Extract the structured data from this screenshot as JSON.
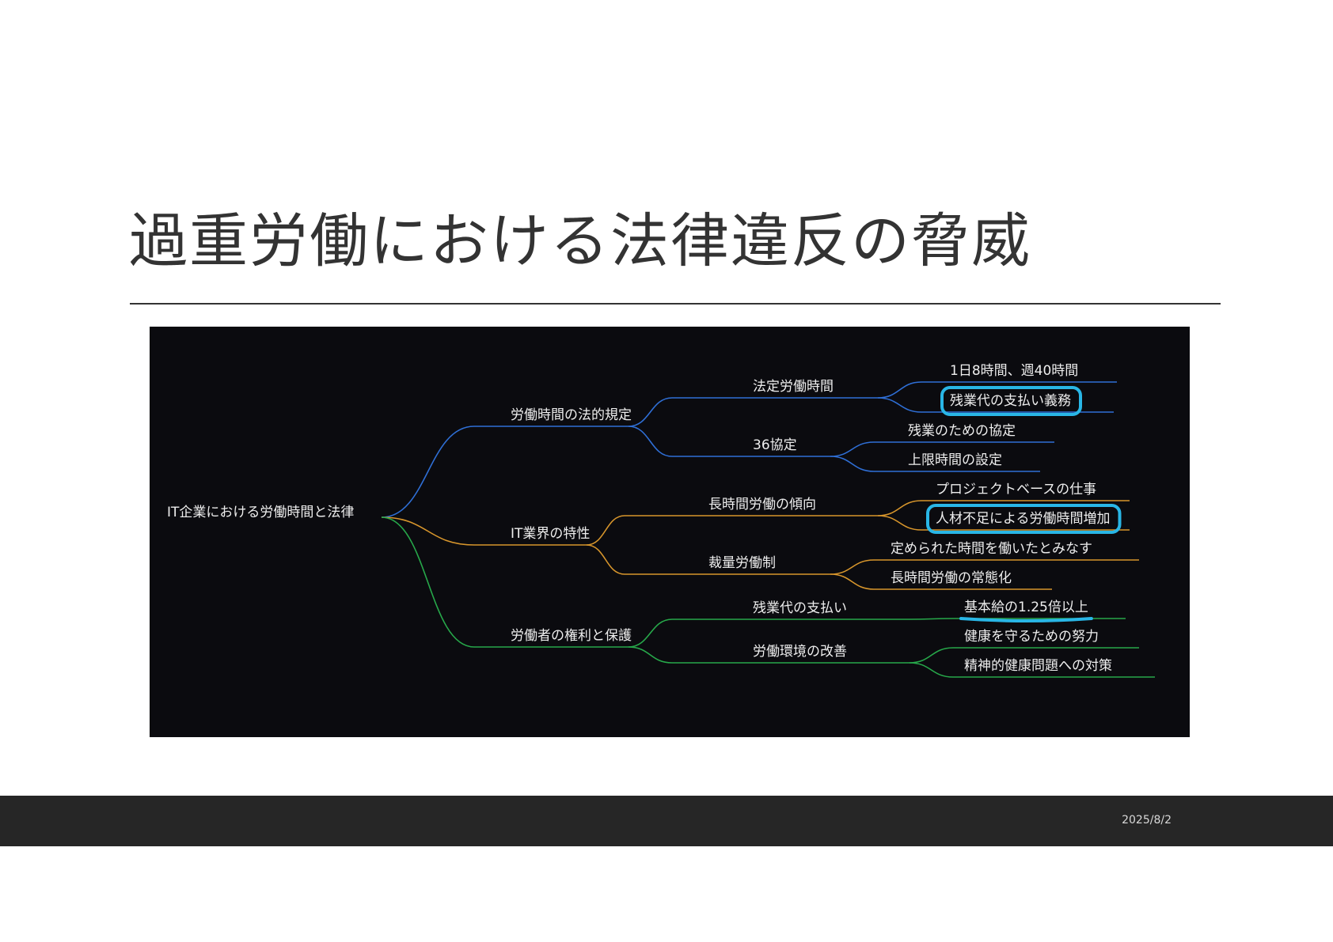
{
  "slide": {
    "title": "過重労働における法律違反の脅威",
    "date": "2025/8/2"
  },
  "mindmap": {
    "root": "IT企業における労働時間と法律",
    "branches": [
      {
        "label": "労働時間の法的規定",
        "color": "#2f6fd6",
        "children": [
          {
            "label": "法定労働時間",
            "children": [
              {
                "label": "1日8時間、週40時間",
                "highlight": "none"
              },
              {
                "label": "残業代の支払い義務",
                "highlight": "circle"
              }
            ]
          },
          {
            "label": "36協定",
            "children": [
              {
                "label": "残業のための協定",
                "highlight": "none"
              },
              {
                "label": "上限時間の設定",
                "highlight": "none"
              }
            ]
          }
        ]
      },
      {
        "label": "IT業界の特性",
        "color": "#d8962c",
        "children": [
          {
            "label": "長時間労働の傾向",
            "children": [
              {
                "label": "プロジェクトベースの仕事",
                "highlight": "none"
              },
              {
                "label": "人材不足による労働時間増加",
                "highlight": "circle"
              }
            ]
          },
          {
            "label": "裁量労働制",
            "children": [
              {
                "label": "定められた時間を働いたとみなす",
                "highlight": "none"
              },
              {
                "label": "長時間労働の常態化",
                "highlight": "none"
              }
            ]
          }
        ]
      },
      {
        "label": "労働者の権利と保護",
        "color": "#27a84a",
        "children": [
          {
            "label": "残業代の支払い",
            "children": [
              {
                "label": "基本給の1.25倍以上",
                "highlight": "underline"
              }
            ]
          },
          {
            "label": "労働環境の改善",
            "children": [
              {
                "label": "健康を守るための努力",
                "highlight": "none"
              },
              {
                "label": "精神的健康問題への対策",
                "highlight": "none"
              }
            ]
          }
        ]
      }
    ],
    "root_line_color": "#cccccc",
    "annotation_color": "#29b6e6"
  }
}
